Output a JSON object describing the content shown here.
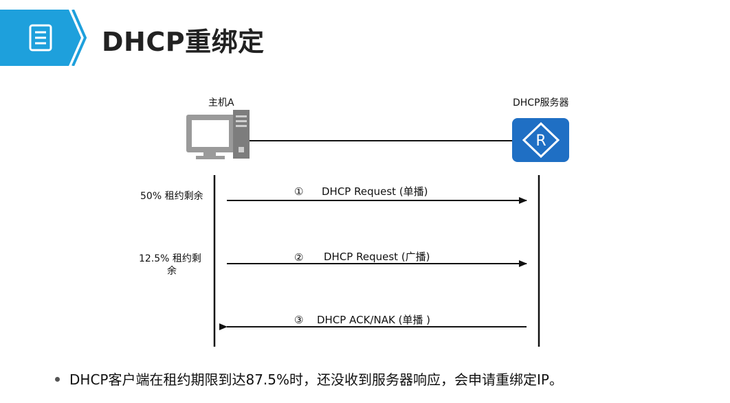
{
  "title": "DHCP重绑定",
  "nodes": {
    "host_label": "主机A",
    "server_label": "DHCP服务器"
  },
  "messages": [
    {
      "num": "①",
      "text": "DHCP Request (单播)"
    },
    {
      "num": "②",
      "text": "DHCP Request (广播)"
    },
    {
      "num": "③",
      "text": "DHCP ACK/NAK (单播 )"
    }
  ],
  "notes": {
    "note1": "50% 租约剩余",
    "note2_line1": "12.5% 租约剩",
    "note2_line2": "余"
  },
  "bullet": "DHCP客户端在租约期限到达87.5%时，还没收到服务器响应，会申请重绑定IP。",
  "colors": {
    "header_accent": "#1ea0dc",
    "router_blue": "#1f6fc4",
    "pc_gray": "#8a8a8a"
  }
}
